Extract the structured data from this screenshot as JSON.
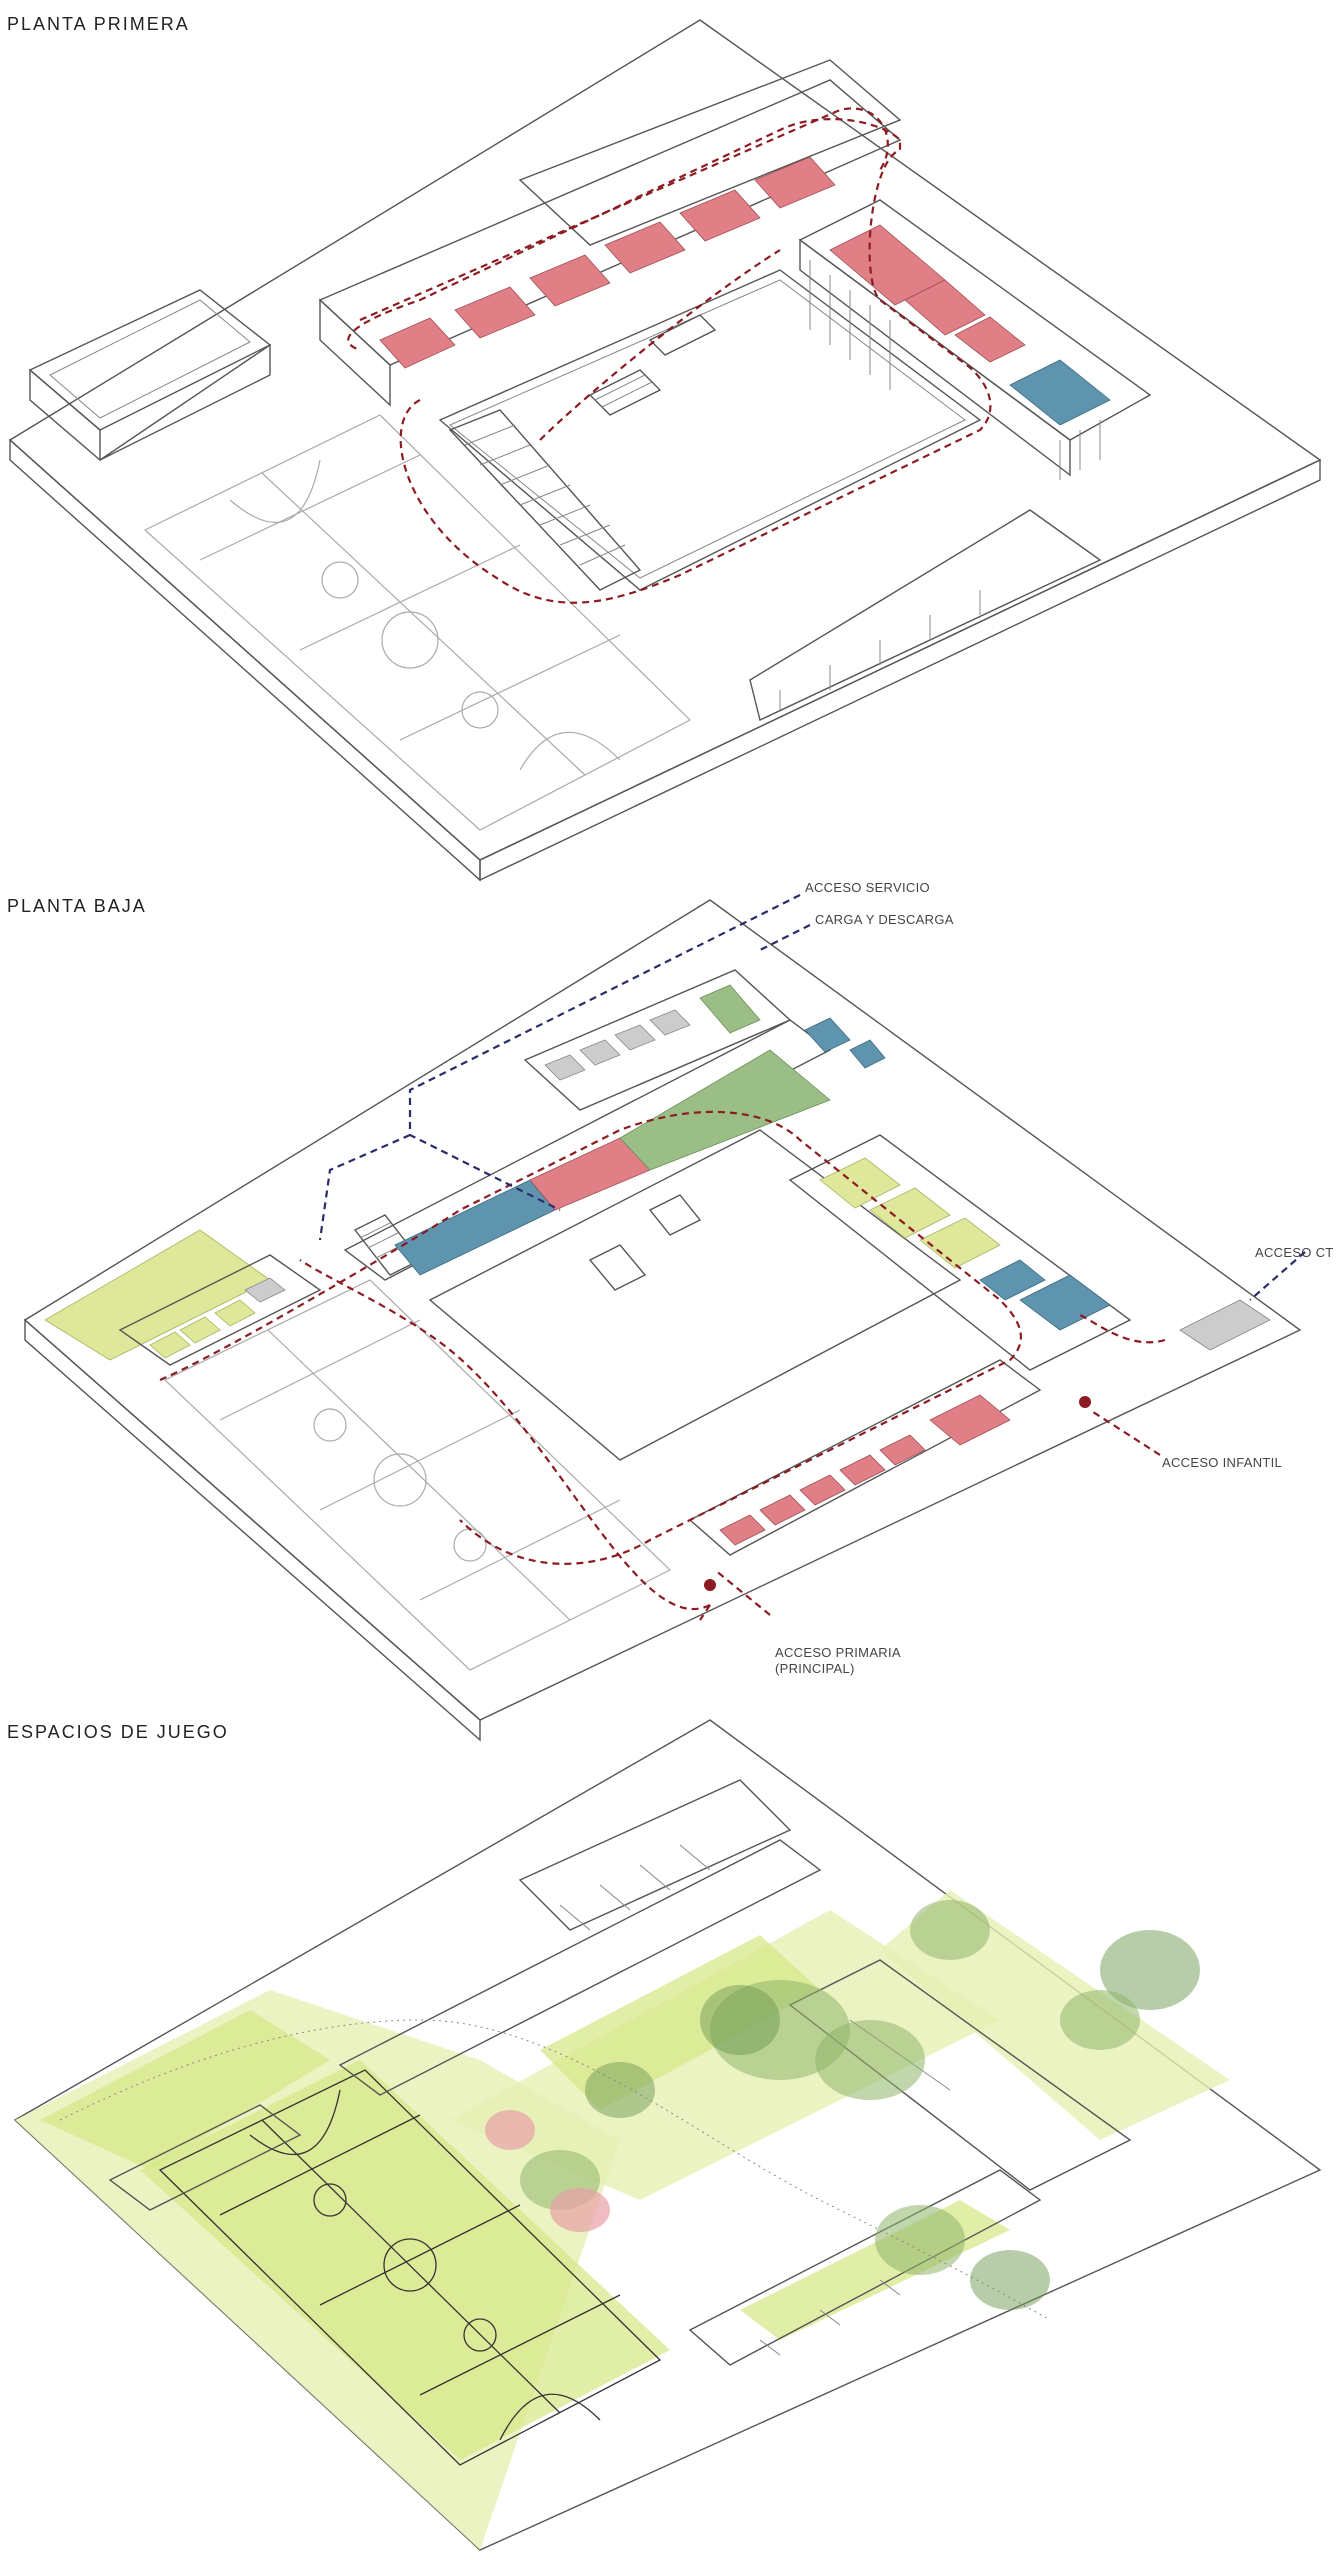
{
  "sections": {
    "first_floor": {
      "title": "PLANTA PRIMERA"
    },
    "ground_floor": {
      "title": "PLANTA BAJA"
    },
    "play_spaces": {
      "title": "ESPACIOS DE JUEGO"
    }
  },
  "labels": {
    "service_access": "ACCESO SERVICIO",
    "loading": "CARGA Y DESCARGA",
    "ct_access": "ACCESO CT",
    "infant_access": "ACCESO INFANTIL",
    "primary_access_line1": "ACCESO PRIMARIA",
    "primary_access_line2": "(PRINCIPAL)"
  },
  "colors": {
    "classroom_red": "#e07f86",
    "blue": "#5e94ae",
    "green": "#9bbd86",
    "yellow": "#dfe79a",
    "circulation_red": "#8c1c22",
    "circulation_blue": "#2a2c6a",
    "play_lime": "#d7e88a"
  }
}
